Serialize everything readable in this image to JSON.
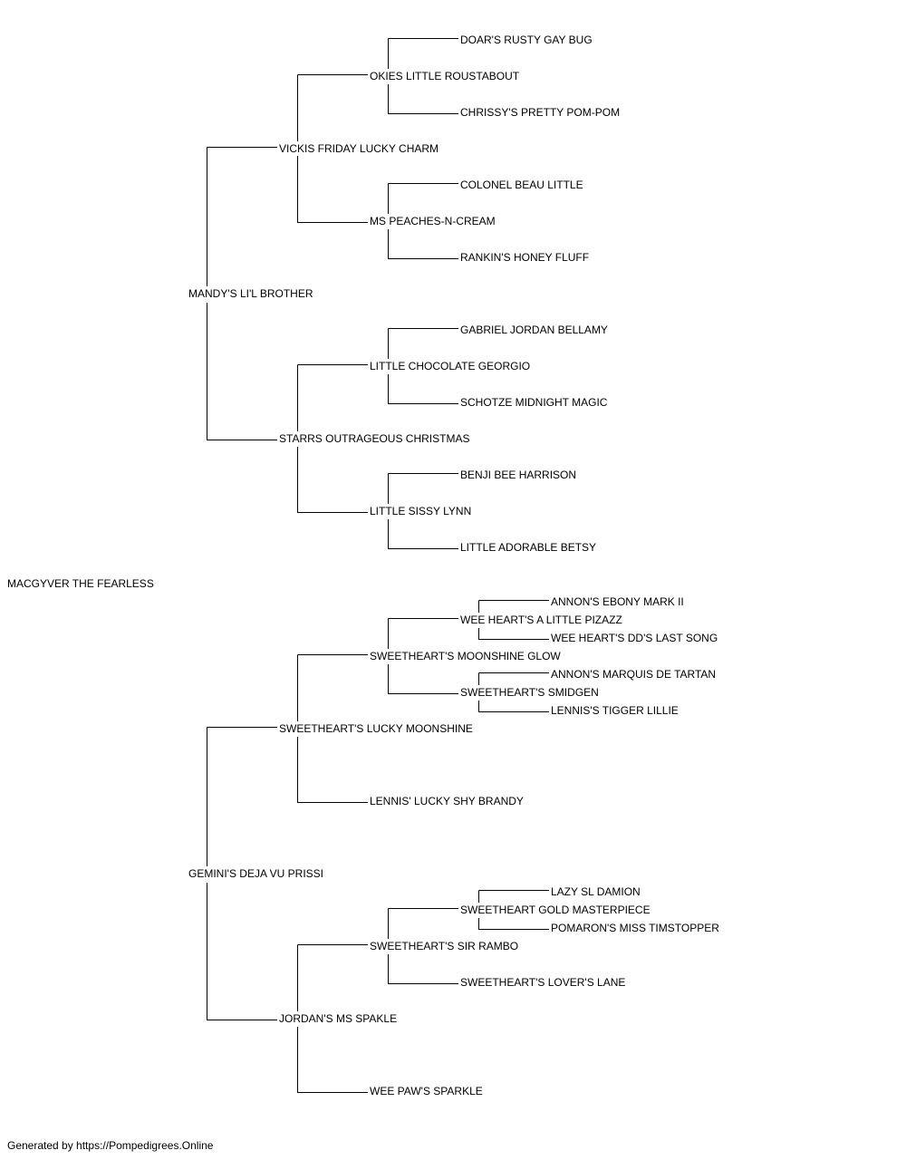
{
  "pedigree": {
    "subject": "MACGYVER THE FEARLESS",
    "sire": {
      "name": "MANDY'S LI'L BROTHER",
      "sire": {
        "name": "VICKIS FRIDAY LUCKY CHARM",
        "sire": {
          "name": "OKIES LITTLE ROUSTABOUT",
          "sire": "DOAR'S RUSTY GAY BUG",
          "dam": "CHRISSY'S PRETTY POM-POM"
        },
        "dam": {
          "name": "MS PEACHES-N-CREAM",
          "sire": "COLONEL BEAU LITTLE",
          "dam": "RANKIN'S HONEY FLUFF"
        }
      },
      "dam": {
        "name": "STARRS OUTRAGEOUS CHRISTMAS",
        "sire": {
          "name": "LITTLE CHOCOLATE GEORGIO",
          "sire": "GABRIEL JORDAN BELLAMY",
          "dam": "SCHOTZE MIDNIGHT MAGIC"
        },
        "dam": {
          "name": "LITTLE SISSY LYNN",
          "sire": "BENJI BEE HARRISON",
          "dam": "LITTLE ADORABLE BETSY"
        }
      }
    },
    "dam": {
      "name": "GEMINI'S DEJA VU PRISSI",
      "sire": {
        "name": "SWEETHEART'S LUCKY MOONSHINE",
        "sire": {
          "name": "SWEETHEART'S MOONSHINE GLOW",
          "sire": {
            "name": "WEE HEART'S A LITTLE PIZAZZ",
            "sire": "ANNON'S EBONY MARK II",
            "dam": "WEE HEART'S DD'S LAST SONG"
          },
          "dam": {
            "name": "SWEETHEART'S SMIDGEN",
            "sire": "ANNON'S MARQUIS DE TARTAN",
            "dam": "LENNIS'S TIGGER LILLIE"
          }
        },
        "dam": {
          "name": "LENNIS' LUCKY SHY BRANDY"
        }
      },
      "dam": {
        "name": "JORDAN'S MS SPAKLE",
        "sire": {
          "name": "SWEETHEART'S SIR RAMBO",
          "sire": {
            "name": "SWEETHEART GOLD MASTERPIECE",
            "sire": "LAZY SL DAMION",
            "dam": "POMARON'S MISS TIMSTOPPER"
          },
          "dam": {
            "name": "SWEETHEART'S LOVER'S LANE"
          }
        },
        "dam": {
          "name": "WEE PAW'S SPARKLE"
        }
      }
    }
  },
  "footer": {
    "text": "Generated by https://Pompedigrees.Online"
  }
}
